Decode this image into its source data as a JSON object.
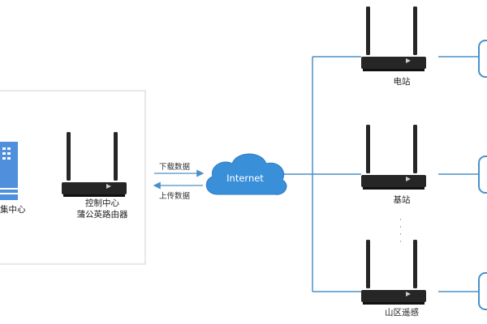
{
  "nodes": {
    "data_center": {
      "label": "集中心"
    },
    "control_router": {
      "line1": "控制中心",
      "line2": "蒲公英路由器"
    },
    "internet": {
      "label": "Internet"
    },
    "power_station": {
      "label": "电站"
    },
    "base_station": {
      "label": "基站"
    },
    "mountain_sensing": {
      "label": "山区遥感"
    }
  },
  "links": {
    "download": "下载数据",
    "upload": "上传数据"
  },
  "ellipsis": "· · · ·",
  "colors": {
    "line": "#4a90c8",
    "router_body": "#262626",
    "cloud": "#3a8fd9",
    "server": "#4f8fdc",
    "panel_border": "#d0d0d0"
  }
}
